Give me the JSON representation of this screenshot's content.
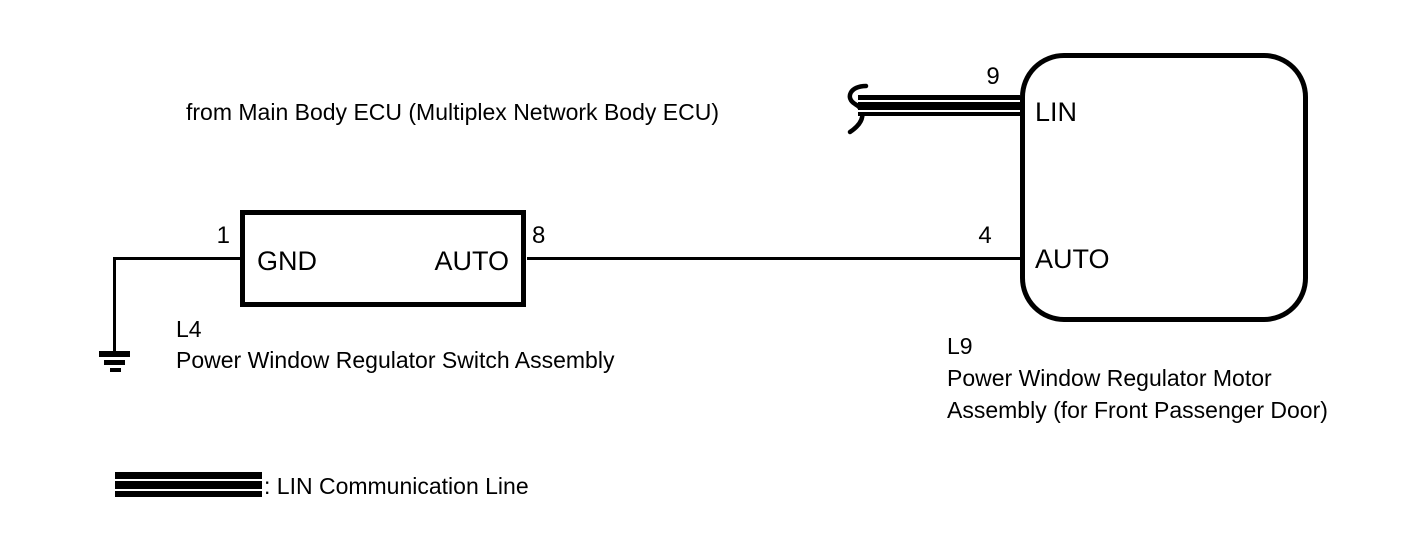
{
  "page": {
    "background": "#ffffff",
    "ink": "#000000"
  },
  "diagram": {
    "ecu_note": "from Main Body ECU (Multiplex Network Body ECU)",
    "switch_block": {
      "ref": "L4",
      "name": "Power Window Regulator Switch Assembly",
      "pin_gnd": {
        "number": "1",
        "label": "GND"
      },
      "pin_auto": {
        "number": "8",
        "label": "AUTO"
      }
    },
    "motor_block": {
      "ref": "L9",
      "name_line1": "Power Window Regulator Motor",
      "name_line2": "Assembly (for Front Passenger Door)",
      "pin_lin": {
        "number": "9",
        "label": "LIN"
      },
      "pin_auto": {
        "number": "4",
        "label": "AUTO"
      }
    },
    "legend": {
      "label": ": LIN Communication Line",
      "swatch_meaning": "lin-communication-line"
    },
    "icons": {
      "ground_symbol": "earth-ground (3 shrinking bars)",
      "wire_break": "s-curve break squiggle"
    }
  }
}
